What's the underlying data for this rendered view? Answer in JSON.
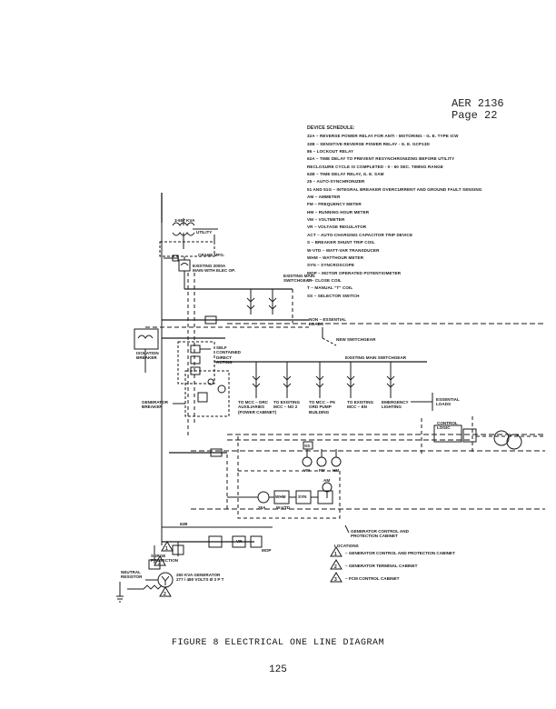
{
  "header": {
    "report_id": "AER 2136",
    "page": "Page 22"
  },
  "schedule": {
    "title": "DEVICE SCHEDULE:",
    "items": [
      "32A – REVERSE POWER RELAY FOR ANTI - MOTORING - G. E. TYPE ICW",
      "32B – SENSITIVE REVERSE POWER RELAY - G. E. GCP13D",
      "86 – LOCKOUT RELAY",
      "62A – TIME DELAY TO PREVENT RESYNCHRONIZING BEFORE UTILITY",
      "RECLOSURE CYCLE IS COMPLETED - 0 - 60 SEC. TIMING RANGE",
      "62B – TIME DELAY RELAY, G. E. SAM",
      "25 – AUTO-SYNCHRONIZER",
      "51 AND 51G – INTEGRAL BREAKER OVERCURRENT AND GROUND FAULT SENSING",
      "AM – AMMETER",
      "FM – FREQUENCY METER",
      "HM – RUNNING HOUR METER",
      "VM – VOLTMETER",
      "VR – VOLTAGE REGULATOR",
      "ACT – AUTO-CHARGING CAPACITOR TRIP DEVICE",
      "S – BREAKER SHUNT TRIP COIL",
      "W-VTD – WATT-VAR TRANSDUCER",
      "WHM – WATTHOUR METER",
      "SYN – SYNCROSCOPE",
      "MOP – MOTOR OPERATED POTENTIOMETER",
      "C – CLOSE COIL",
      "T – MANUAL \"T\" COIL",
      "SS – SELECTOR SWITCH"
    ]
  },
  "labels": {
    "utility_kva": "3-657 KVA",
    "utility": "UTILITY",
    "crane_mfg": "CRANE MFG.",
    "existing_breaker_1": "EXISTING 2000A",
    "existing_breaker_2": "MAIN WITH ELEC OP.",
    "existing_main_sg_1": "EXISTING MAIN",
    "existing_main_sg_2": "SWITCHGEAR",
    "non_essential_1": "NON – ESSENTIAL",
    "non_essential_2": "LOADS",
    "new_switchgear": "NEW SWITCHGEAR",
    "isolation_1": "ISOLATION",
    "isolation_2": "BREAKER",
    "self_contained_1": "SELF",
    "self_contained_2": "CONTAINED",
    "self_contained_3": "DIRECT",
    "self_contained_4": "ACTING",
    "existing_main_sg2": "EXISTING MAIN SWITCHGEAR",
    "gen_breaker_1": "GENERATOR",
    "gen_breaker_2": "BREAKER",
    "feeder1_1": "TO MCC – DRC",
    "feeder1_2": "AUXILIARIES",
    "feeder1_3": "(POWER CABINET)",
    "feeder2_1": "TO EXISTING",
    "feeder2_2": "MCC – NO 2",
    "feeder3_1": "TO MCC – P6",
    "feeder3_2": "ORD PUMP",
    "feeder3_3": "BUILDING",
    "feeder4_1": "TO EXISTING",
    "feeder4_2": "MCC – EN",
    "emergency_1": "EMERGENCY",
    "emergency_2": "LIGHTING",
    "essential_1": "ESSENTIAL",
    "essential_2": "LOADS",
    "control_logic_1": "CONTROL",
    "control_logic_2": "LOGIC",
    "ss": "SS",
    "vm": "VM",
    "fm": "FM",
    "hm": "HM",
    "am": "AM",
    "whm": "WHM",
    "syn": "SYN",
    "wvtd": "W-VTD",
    "r25a": "25A",
    "vr": "VR",
    "mop": "MOP",
    "r62b": "62B",
    "gen_control_1": "GENERATOR CONTROL AND",
    "gen_control_2": "PROTECTION CABINET",
    "surge_1": "SURGE",
    "surge_2": "PROTECTION",
    "neutral_1": "NEUTRAL",
    "neutral_2": "RESISTOR",
    "generator_1": "250 KVA GENERATOR",
    "generator_2": "277 / 480 VOLTS Ø 3 P T",
    "loc_title": "LOCATIONS",
    "loc_1": "– GENERATOR CONTROL AND PROTECTION CABINET",
    "loc_2": "– GENERATOR TERMINAL CABINET",
    "loc_3": "– FCM CONTROL CABINET",
    "tri_1": "1",
    "tri_2": "2",
    "tri_3": "3"
  },
  "caption": "FIGURE 8  ELECTRICAL ONE LINE DIAGRAM",
  "page_number": "125"
}
